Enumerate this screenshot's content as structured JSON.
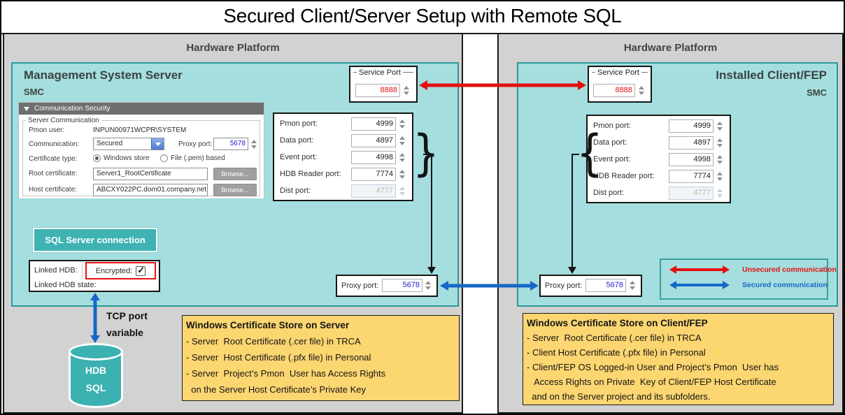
{
  "title": "Secured Client/Server Setup with Remote SQL",
  "left": {
    "platform_label": "Hardware Platform",
    "server_title": "Management System Server",
    "server_subtitle": "SMC",
    "panel": {
      "header": "Communication Security",
      "group": "Server Communication",
      "pmon_user_label": "Pmon user:",
      "pmon_user_value": "INPUN00971WCPR\\SYSTEM",
      "communication_label": "Communication:",
      "communication_value": "Secured",
      "proxy_port_label": "Proxy port:",
      "proxy_port_value": "5678",
      "certificate_type_label": "Certificate type:",
      "radio_windows_store": "Windows store",
      "radio_file_pem": "File (.pem) based",
      "certificate_type_selected": "Windows store",
      "root_certificate_label": "Root certificate:",
      "root_certificate_value": "Server1_RootCertificate",
      "host_certificate_label": "Host certificate:",
      "host_certificate_value": "ABCXY022PC.dom01.company.net",
      "browse_label": "Browse..."
    },
    "service_port": {
      "label": "Service Port",
      "value": "8888"
    },
    "ports": {
      "rows": [
        {
          "label": "Pmon port:",
          "value": "4999"
        },
        {
          "label": "Data port:",
          "value": "4897"
        },
        {
          "label": "Event port:",
          "value": "4998"
        },
        {
          "label": "HDB Reader port:",
          "value": "7774"
        },
        {
          "label": "Dist port:",
          "value": "4777",
          "disabled": true
        }
      ]
    },
    "sql_button_label": "SQL Server connection",
    "linked": {
      "linked_hdb_label": "Linked HDB:",
      "encrypted_label": "Encrypted:",
      "encrypted_checked": true,
      "linked_hdb_state_label": "Linked HDB state:"
    },
    "proxy_box": {
      "label": "Proxy port:",
      "value": "5678"
    },
    "tcp_note": {
      "line1": "TCP port",
      "line2": "variable"
    },
    "cylinder": {
      "line1": "HDB",
      "line2": "SQL"
    },
    "note": {
      "title": "Windows Certificate Store on Server",
      "lines": [
        "- Server  Root Certificate (.cer file) in TRCA",
        "- Server  Host Certificate (.pfx file) in Personal",
        "- Server  Project’s Pmon  User has Access Rights",
        "  on the Server Host Certificate’s Private Key"
      ]
    }
  },
  "right": {
    "platform_label": "Hardware Platform",
    "client_title": "Installed Client/FEP",
    "client_subtitle": "SMC",
    "service_port": {
      "label": "Service Port",
      "value": "8888"
    },
    "ports": {
      "rows": [
        {
          "label": "Pmon port:",
          "value": "4999"
        },
        {
          "label": "Data port:",
          "value": "4897"
        },
        {
          "label": "Event port:",
          "value": "4998"
        },
        {
          "label": "HDB Reader port:",
          "value": "7774"
        },
        {
          "label": "Dist port:",
          "value": "4777",
          "disabled": true
        }
      ]
    },
    "proxy_box": {
      "label": "Proxy port:",
      "value": "5678"
    },
    "legend": {
      "unsecured_label": "Unsecured communication",
      "secured_label": "Secured communication"
    },
    "note": {
      "title": "Windows Certificate Store on Client/FEP",
      "lines": [
        "- Server  Root Certificate (.cer file) in TRCA",
        "- Client Host Certificate (.pfx file) in Personal",
        "- Client/FEP OS Logged-in User and Project’s Pmon  User has",
        "   Access Rights on Private  Key of Client/FEP Host Certificate",
        "  and on the Server project and its subfolders."
      ]
    }
  },
  "colors": {
    "teal_fill": "#a5dede",
    "teal_border": "#2a9a9a",
    "button_teal": "#3fb3b3",
    "platform_gray": "#d2d2d2",
    "note_yellow": "#fcd671",
    "unsecured_red": "#e21010",
    "secured_blue": "#1668c8",
    "service_port_red": "#e01010",
    "proxy_port_blue": "#2424d0"
  }
}
